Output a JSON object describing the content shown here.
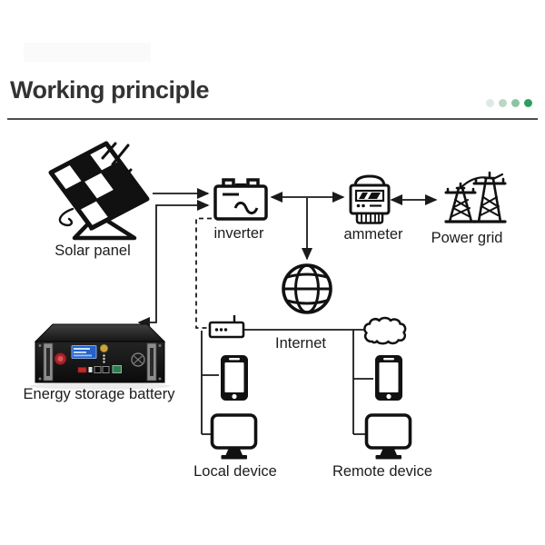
{
  "header": {
    "title": "Working principle",
    "dots": [
      {
        "style": "background:#dde9e1"
      },
      {
        "style": "background:#b9d8c4"
      },
      {
        "style": "background:#8cc5a3"
      },
      {
        "style": "background:#2d9e5f"
      }
    ]
  },
  "diagram": {
    "nodes": [
      {
        "id": "solar-panel",
        "label": "Solar panel",
        "icon": "solar-panel-icon"
      },
      {
        "id": "inverter",
        "label": "inverter",
        "icon": "inverter-icon"
      },
      {
        "id": "ammeter",
        "label": "ammeter",
        "icon": "ammeter-icon"
      },
      {
        "id": "power-grid",
        "label": "Power grid",
        "icon": "power-grid-icon"
      },
      {
        "id": "internet",
        "label": "Internet",
        "icon": "globe-icon"
      },
      {
        "id": "battery",
        "label": "Energy storage battery",
        "icon": "battery-rack-image"
      },
      {
        "id": "local-device",
        "label": "Local device",
        "icon": "smartphone-icon+monitor-icon"
      },
      {
        "id": "remote-device",
        "label": "Remote device",
        "icon": "smartphone-icon+monitor-icon"
      }
    ],
    "edges": [
      {
        "from": "solar-panel",
        "to": "inverter",
        "style": "arrow"
      },
      {
        "from": "battery",
        "to": "inverter",
        "style": "double-arrow"
      },
      {
        "from": "inverter",
        "to": "ammeter",
        "style": "double-arrow"
      },
      {
        "from": "ammeter",
        "to": "power-grid",
        "style": "double-arrow"
      },
      {
        "from": "inverter-ammeter-line",
        "to": "internet-globe",
        "style": "arrow-down"
      },
      {
        "from": "inverter",
        "to": "router",
        "style": "dashed"
      },
      {
        "from": "router",
        "to": "cloud",
        "style": "line"
      },
      {
        "from": "router",
        "to": "local-device",
        "style": "line"
      },
      {
        "from": "cloud",
        "to": "remote-device",
        "style": "line"
      }
    ],
    "line_color": "#1a1a1a"
  }
}
